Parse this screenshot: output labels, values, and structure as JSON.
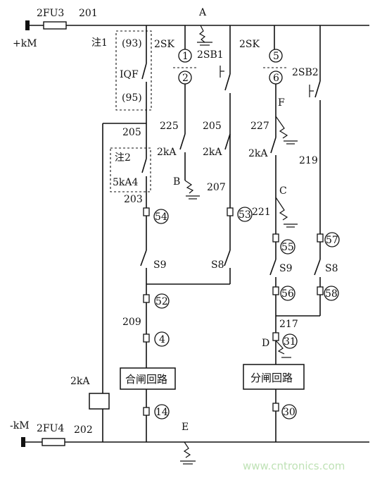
{
  "labels": {
    "fu3": "2FU3",
    "n201": "201",
    "A": "A",
    "kM_pos": "+kM",
    "note1": "注1",
    "c93": "(93)",
    "IQF": "IQF",
    "c95": "(95)",
    "sk_left": "2SK",
    "sb1": "2SB1",
    "sk_right": "2SK",
    "sb2": "2SB2",
    "F": "F",
    "n225": "225",
    "n205a": "205",
    "n205b": "205",
    "n227": "227",
    "kA_left": "2kA",
    "kA_mid": "2kA",
    "kA_right": "2kA",
    "n219": "219",
    "note2": "注2",
    "ka4": "5kA4",
    "B": "B",
    "n203": "203",
    "n207": "207",
    "C": "C",
    "n221": "221",
    "S9a": "S9",
    "S8a": "S8",
    "S9b": "S9",
    "S8b": "S8",
    "n209": "209",
    "n217": "217",
    "D": "D",
    "close_circuit": "合闸回路",
    "open_circuit": "分闸回路",
    "coil": "2kA",
    "kM_neg": "-kM",
    "fu4": "2FU4",
    "n202": "202",
    "E": "E",
    "watermark": "www.cntronics.com"
  },
  "circled": {
    "c1": "1",
    "c2": "2",
    "c5": "5",
    "c6": "6",
    "c54": "54",
    "c53": "53",
    "c55": "55",
    "c57": "57",
    "c52": "52",
    "c56": "56",
    "c58": "58",
    "c4": "4",
    "c31": "31",
    "c14": "14",
    "c30": "30"
  }
}
